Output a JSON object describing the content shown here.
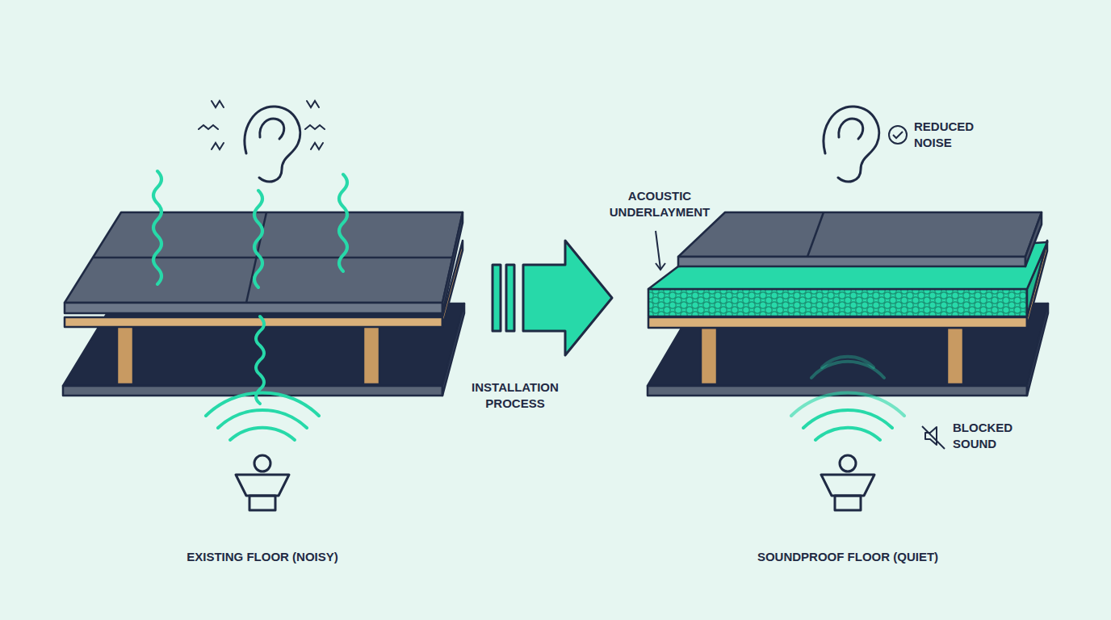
{
  "diagram": {
    "labels": [
      "REDUCED NOISE",
      "ACOUSTIC UNDERLAYMENT",
      "INSTALLATION PROCESS",
      "BLOCKED SOUND",
      "EXISTING FLOOR (NOISY)",
      "SOUNDPROOF FLOOR (QUIET)"
    ]
  }
}
